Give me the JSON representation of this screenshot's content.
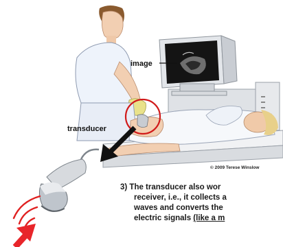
{
  "labels": {
    "image": "image",
    "transducer": "transducer"
  },
  "copyright": "© 2009 Terese Winslow",
  "caption": {
    "line1": "3) The transducer also wor",
    "line2": "receiver, i.e., it collects a",
    "line3": "waves and converts the",
    "line4_plain": "electric signals ",
    "line4_link": "(like a m"
  },
  "colors": {
    "highlight_circle": "#d11a1a",
    "wave_arcs": "#e02020",
    "arrow_red": "#e8252a",
    "arrow_black": "#111111",
    "glove": "#e9e28a",
    "gown": "#eef3fb"
  }
}
